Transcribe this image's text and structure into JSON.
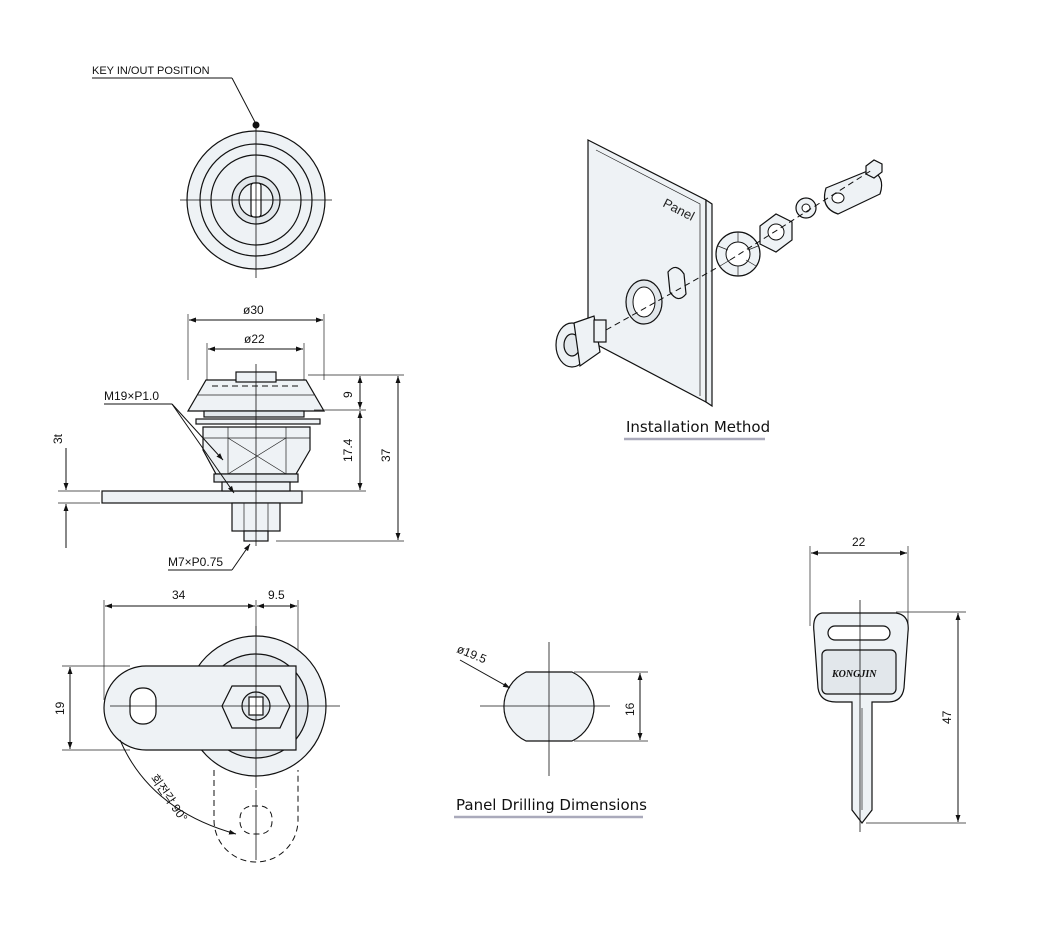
{
  "labels": {
    "key_in_out": "KEY IN/OUT POSITION",
    "dia30": "ø30",
    "dia22": "ø22",
    "thread_main": "M19×P1.0",
    "thread_small": "M7×P0.75",
    "dim_9": "9",
    "dim_17_4": "17.4",
    "dim_37": "37",
    "dim_3t": "3t",
    "dim_34": "34",
    "dim_9_5": "9.5",
    "dim_19": "19",
    "rotation": "회전각 90°",
    "dia19_5": "ø19.5",
    "dim_16": "16",
    "dim_22": "22",
    "dim_47": "47",
    "brand": "KONGJIN",
    "panel": "Panel"
  },
  "captions": {
    "installation": "Installation Method",
    "drilling": "Panel Drilling Dimensions"
  },
  "colors": {
    "line": "#111111",
    "part_fill": "#eef2f5",
    "underline": "#a8acb0"
  }
}
